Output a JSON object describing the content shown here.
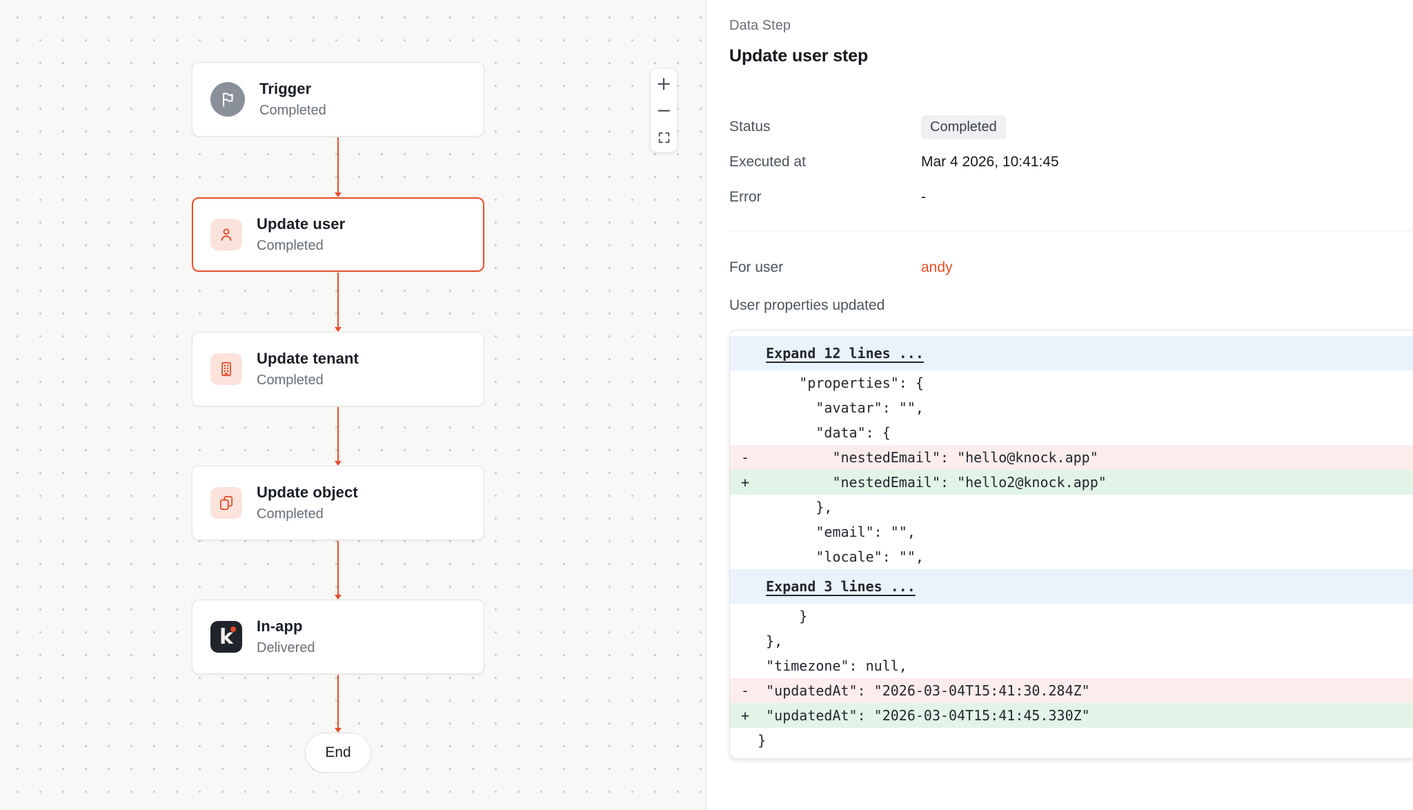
{
  "canvas": {
    "nodes": [
      {
        "title": "Trigger",
        "status": "Completed",
        "icon": "flag-icon"
      },
      {
        "title": "Update user",
        "status": "Completed",
        "icon": "user-icon"
      },
      {
        "title": "Update tenant",
        "status": "Completed",
        "icon": "building-icon"
      },
      {
        "title": "Update object",
        "status": "Completed",
        "icon": "copy-icon"
      },
      {
        "title": "In-app",
        "status": "Delivered",
        "icon": "knock-logo-icon"
      }
    ],
    "knock_logo_letter": "k",
    "end_label": "End",
    "zoom_controls": {
      "zoom_in": "+",
      "zoom_out": "−",
      "fit": "fit-view-icon"
    }
  },
  "panel": {
    "kicker": "Data Step",
    "title": "Update user step",
    "meta": {
      "status_label": "Status",
      "status_value": "Completed",
      "executed_label": "Executed at",
      "executed_value": "Mar 4 2026, 10:41:45",
      "error_label": "Error",
      "error_value": "-"
    },
    "for_user_label": "For user",
    "for_user_value": "andy",
    "properties_label": "User properties updated",
    "diff": {
      "lines": [
        {
          "type": "expand",
          "text": "Expand 12 lines ..."
        },
        {
          "type": "ctx",
          "sign": "",
          "text": "     \"properties\": {"
        },
        {
          "type": "ctx",
          "sign": "",
          "text": "       \"avatar\": \"\","
        },
        {
          "type": "ctx",
          "sign": "",
          "text": "       \"data\": {"
        },
        {
          "type": "del",
          "sign": "-",
          "text": "         \"nestedEmail\": \"hello@knock.app\""
        },
        {
          "type": "add",
          "sign": "+",
          "text": "         \"nestedEmail\": \"hello2@knock.app\""
        },
        {
          "type": "ctx",
          "sign": "",
          "text": "       },"
        },
        {
          "type": "ctx",
          "sign": "",
          "text": "       \"email\": \"\","
        },
        {
          "type": "ctx",
          "sign": "",
          "text": "       \"locale\": \"\","
        },
        {
          "type": "expand",
          "text": "Expand 3 lines ..."
        },
        {
          "type": "ctx",
          "sign": "",
          "text": "     }"
        },
        {
          "type": "ctx",
          "sign": "",
          "text": " },"
        },
        {
          "type": "ctx",
          "sign": "",
          "text": " \"timezone\": null,"
        },
        {
          "type": "del",
          "sign": "-",
          "text": " \"updatedAt\": \"2026-03-04T15:41:30.284Z\""
        },
        {
          "type": "add",
          "sign": "+",
          "text": " \"updatedAt\": \"2026-03-04T15:41:45.330Z\""
        },
        {
          "type": "ctx",
          "sign": "",
          "text": "}"
        }
      ]
    }
  },
  "colors": {
    "accent": "#E4502C",
    "diff_removed_bg": "#FDECEC",
    "diff_added_bg": "#E2F4E8",
    "diff_expand_bg": "#EAF2FB",
    "canvas_bg": "#F8F8F6"
  }
}
